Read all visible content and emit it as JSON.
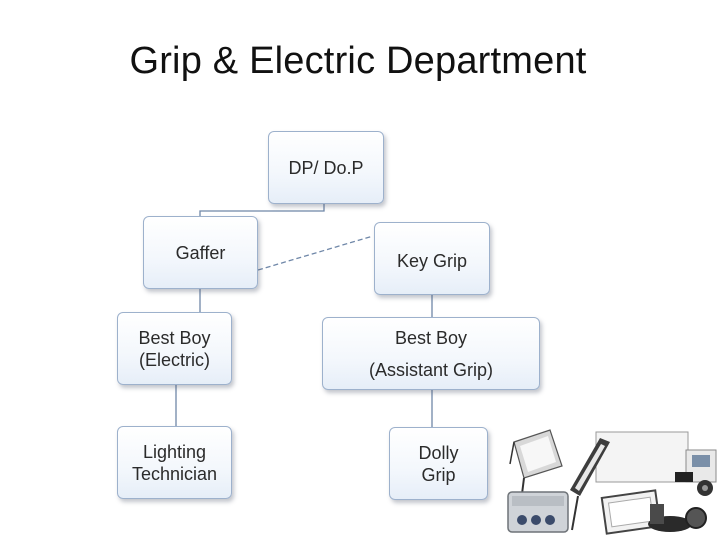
{
  "title": "Grip & Electric Department",
  "nodes": {
    "dp": {
      "label": "DP/ Do.P"
    },
    "gaffer": {
      "label": "Gaffer"
    },
    "key_grip": {
      "label": "Key Grip"
    },
    "best_boy_electric": {
      "line1": "Best Boy",
      "line2": "(Electric)"
    },
    "best_boy_grip": {
      "line1": "Best Boy",
      "line2": "(Assistant Grip)"
    },
    "lighting_technician": {
      "line1": "Lighting",
      "line2": "Technician"
    },
    "dolly_grip": {
      "line1": "Dolly",
      "line2": "Grip"
    }
  },
  "colors": {
    "box_border": "#9db1cc",
    "connector": "#6f87a8"
  }
}
